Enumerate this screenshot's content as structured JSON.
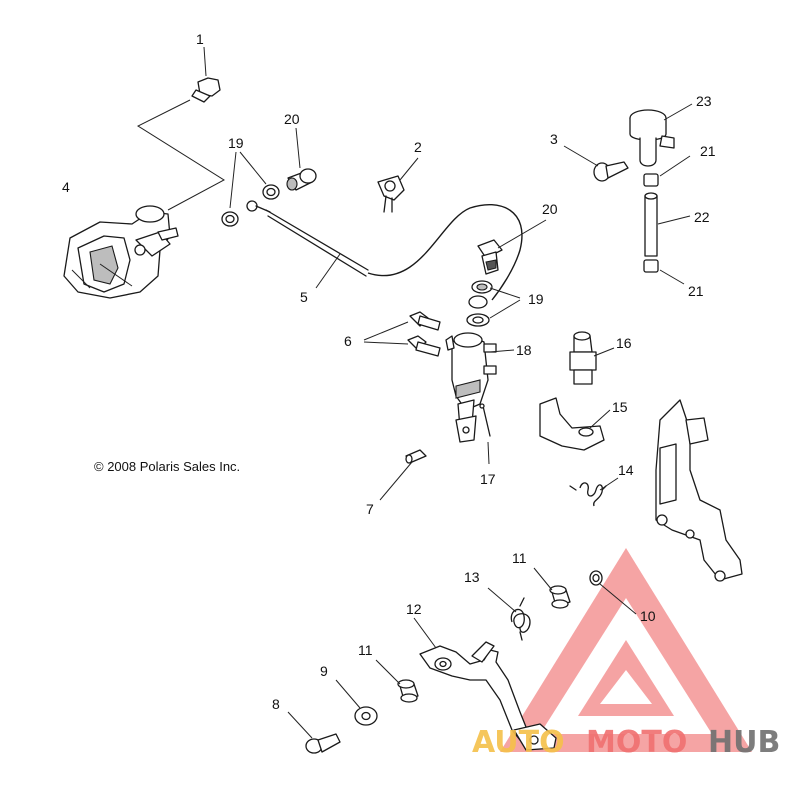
{
  "copyright": "© 2008 Polaris Sales Inc.",
  "callouts": {
    "c1": "1",
    "c2": "2",
    "c3": "3",
    "c4": "4",
    "c5": "5",
    "c6": "6",
    "c7": "7",
    "c8": "8",
    "c9": "9",
    "c10": "10",
    "c11a": "11",
    "c11b": "11",
    "c12": "12",
    "c13": "13",
    "c14": "14",
    "c15": "15",
    "c16": "16",
    "c17": "17",
    "c18": "18",
    "c19a": "19",
    "c19b": "19",
    "c20a": "20",
    "c20b": "20",
    "c21a": "21",
    "c21b": "21",
    "c22": "22",
    "c23": "23"
  },
  "watermark": {
    "part1": "AUTO",
    "part2": "MOTO",
    "part3": "HUB",
    "color_primary": "#f07070",
    "color_accent": "#f5c04a",
    "color_dark": "#707070"
  }
}
